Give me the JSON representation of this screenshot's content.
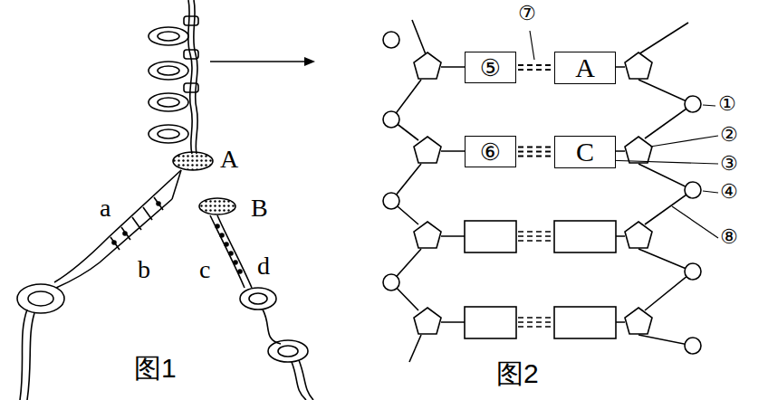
{
  "diagram": {
    "nodes": [
      {
        "text": [
          "⑤"
        ]
      },
      {
        "text": [
          "A"
        ]
      },
      {
        "text": [
          "⑥"
        ]
      },
      {
        "text": [
          "C"
        ]
      }
    ],
    "edges": [
      {
        "from": 0,
        "to": 1,
        "arrow": "none"
      },
      {
        "from": 2,
        "to": 3,
        "arrow": "none"
      }
    ],
    "labels": [
      "A",
      "B",
      "a",
      "b",
      "c",
      "d",
      "⑦",
      "①",
      "②",
      "③",
      "④",
      "⑧",
      "图1",
      "图2"
    ]
  }
}
